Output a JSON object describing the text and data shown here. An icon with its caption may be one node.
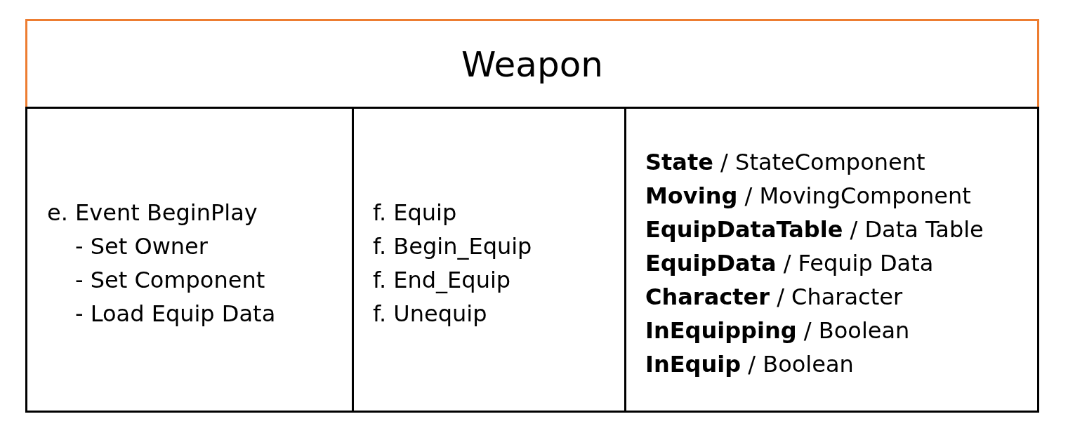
{
  "diagram": {
    "nodes": [
      {
        "text": [
          "Weapon"
        ]
      },
      {
        "text": [
          "e. Event BeginPlay",
          "- Set Owner",
          "- Set Component",
          "- Load Equip Data"
        ]
      },
      {
        "text": [
          "f. Equip",
          "f. Begin_Equip",
          "f. End_Equip",
          "f. Unequip"
        ]
      },
      {
        "text": [
          "**State**  / StateComponent",
          "**Moving** / MovingComponent",
          "**EquipDataTable** / Data Table",
          "**EquipData** / Fequip Data",
          "**Character** / Character",
          "**InEquipping** / Boolean",
          "**InEquip** / Boolean"
        ]
      }
    ]
  }
}
